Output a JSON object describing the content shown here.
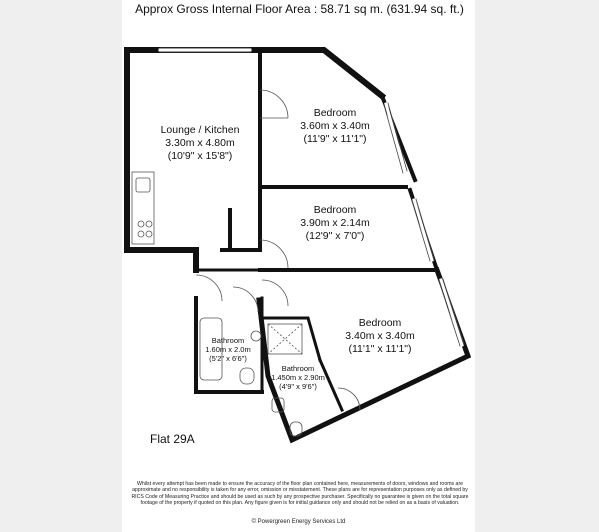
{
  "header": {
    "title": "Approx Gross Internal Floor Area : 58.71 sq m. (631.94 sq. ft.)"
  },
  "rooms": {
    "lounge": {
      "name": "Lounge / Kitchen",
      "metric": "3.30m x 4.80m",
      "imperial": "(10'9\" x 15'8\")"
    },
    "bedroom1": {
      "name": "Bedroom",
      "metric": "3.60m x 3.40m",
      "imperial": "(11'9\" x 11'1\")"
    },
    "bedroom2": {
      "name": "Bedroom",
      "metric": "3.90m x 2.14m",
      "imperial": "(12'9\" x 7'0\")"
    },
    "bedroom3": {
      "name": "Bedroom",
      "metric": "3.40m x 3.40m",
      "imperial": "(11'1\" x 11'1\")"
    },
    "bathroom1": {
      "name": "Bathroom",
      "metric": "1.60m x 2.0m",
      "imperial": "(5'2\" x 6'6\")"
    },
    "bathroom2": {
      "name": "Bathroom",
      "metric": "1.450m x 2.90m",
      "imperial": "(4'9\" x 9'6\")"
    }
  },
  "flat_label": "Flat 29A",
  "disclaimer": "Whilst every attempt has been made to ensure the accuracy of the floor plan contained here, measurements of doors, windows and rooms are approximate and no responsibility is taken for any error, omission or misstatement. These plans are for representation purposes only as defined by RICS Code of Measuring Practice and should be used as such by any prospective purchaser. Specifically no guarantee is given on the total square footage of the property if quoted on this plan. Any figure given is for initial guidance only and should not be relied on as a basis of valuation.",
  "copyright": "© Powergreen Energy Services Ltd",
  "colors": {
    "wall": "#111111",
    "sidebar": "#efefef",
    "fixture": "#555555"
  }
}
